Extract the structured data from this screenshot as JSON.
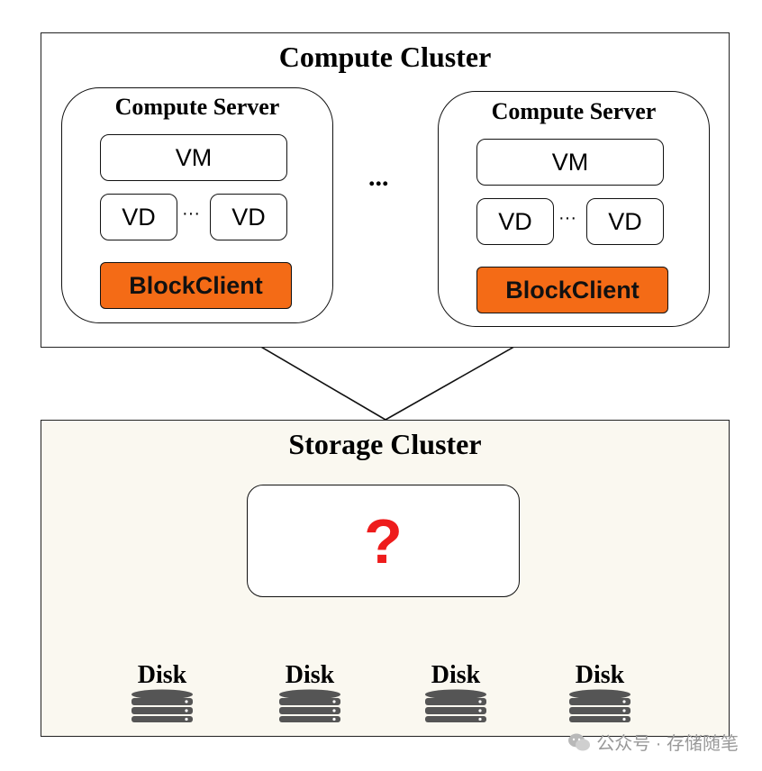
{
  "compute_cluster": {
    "title": "Compute Cluster",
    "servers": [
      {
        "title": "Compute Server",
        "vm": "VM",
        "vd_left": "VD",
        "vd_right": "VD",
        "vd_dots": "···",
        "client": "BlockClient"
      },
      {
        "title": "Compute Server",
        "vm": "VM",
        "vd_left": "VD",
        "vd_right": "VD",
        "vd_dots": "···",
        "client": "BlockClient"
      }
    ],
    "between_dots": "..."
  },
  "storage_cluster": {
    "title": "Storage Cluster",
    "unknown_component": "?",
    "disks": [
      {
        "label": "Disk"
      },
      {
        "label": "Disk"
      },
      {
        "label": "Disk"
      },
      {
        "label": "Disk"
      }
    ]
  },
  "watermark": {
    "text": "公众号 · 存储随笔",
    "icon": "wechat-icon"
  },
  "colors": {
    "block_client": "#f46b16",
    "question_mark": "#ee1c1c",
    "storage_bg": "#faf8f0"
  }
}
